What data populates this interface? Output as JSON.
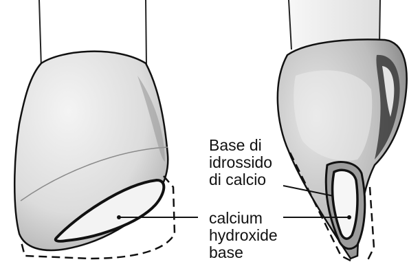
{
  "labels": {
    "italian": {
      "line1": "Base di",
      "line2": "idrossido",
      "line3": "di calcio"
    },
    "english": {
      "line1": "calcium",
      "line2": "hydroxide",
      "line3": "base"
    }
  },
  "colors": {
    "ink": "#111111",
    "tooth_light": "#efefef",
    "tooth_mid": "#c9c9c9",
    "tooth_dark": "#7a7a7a",
    "pulp": "#f6f6f6",
    "background": "#ffffff"
  }
}
